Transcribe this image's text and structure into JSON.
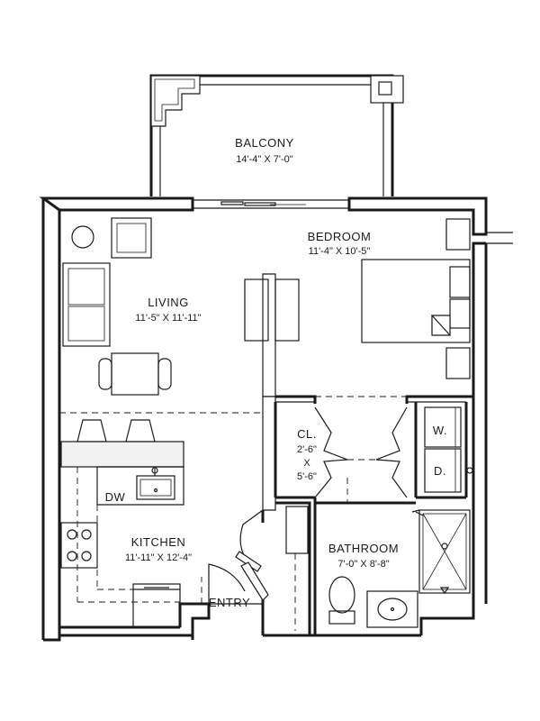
{
  "rooms": {
    "balcony": {
      "name": "BALCONY",
      "dims": "14'-4\" X 7'-0\""
    },
    "bedroom": {
      "name": "BEDROOM",
      "dims": "11'-4\" X 10'-5\""
    },
    "living": {
      "name": "LIVING",
      "dims": "11'-5\" X 11'-11\""
    },
    "kitchen": {
      "name": "KITCHEN",
      "dims": "11'-11\" X 12'-4\""
    },
    "bathroom": {
      "name": "BATHROOM",
      "dims": "7'-0\" X 8'-8\""
    },
    "closet": {
      "name": "CL.",
      "dim1": "2'-6\"",
      "sep": "X",
      "dim2": "5'-6\""
    }
  },
  "labels": {
    "entry": "ENTRY",
    "dishwasher": "DW",
    "washer": "W.",
    "dryer": "D."
  }
}
